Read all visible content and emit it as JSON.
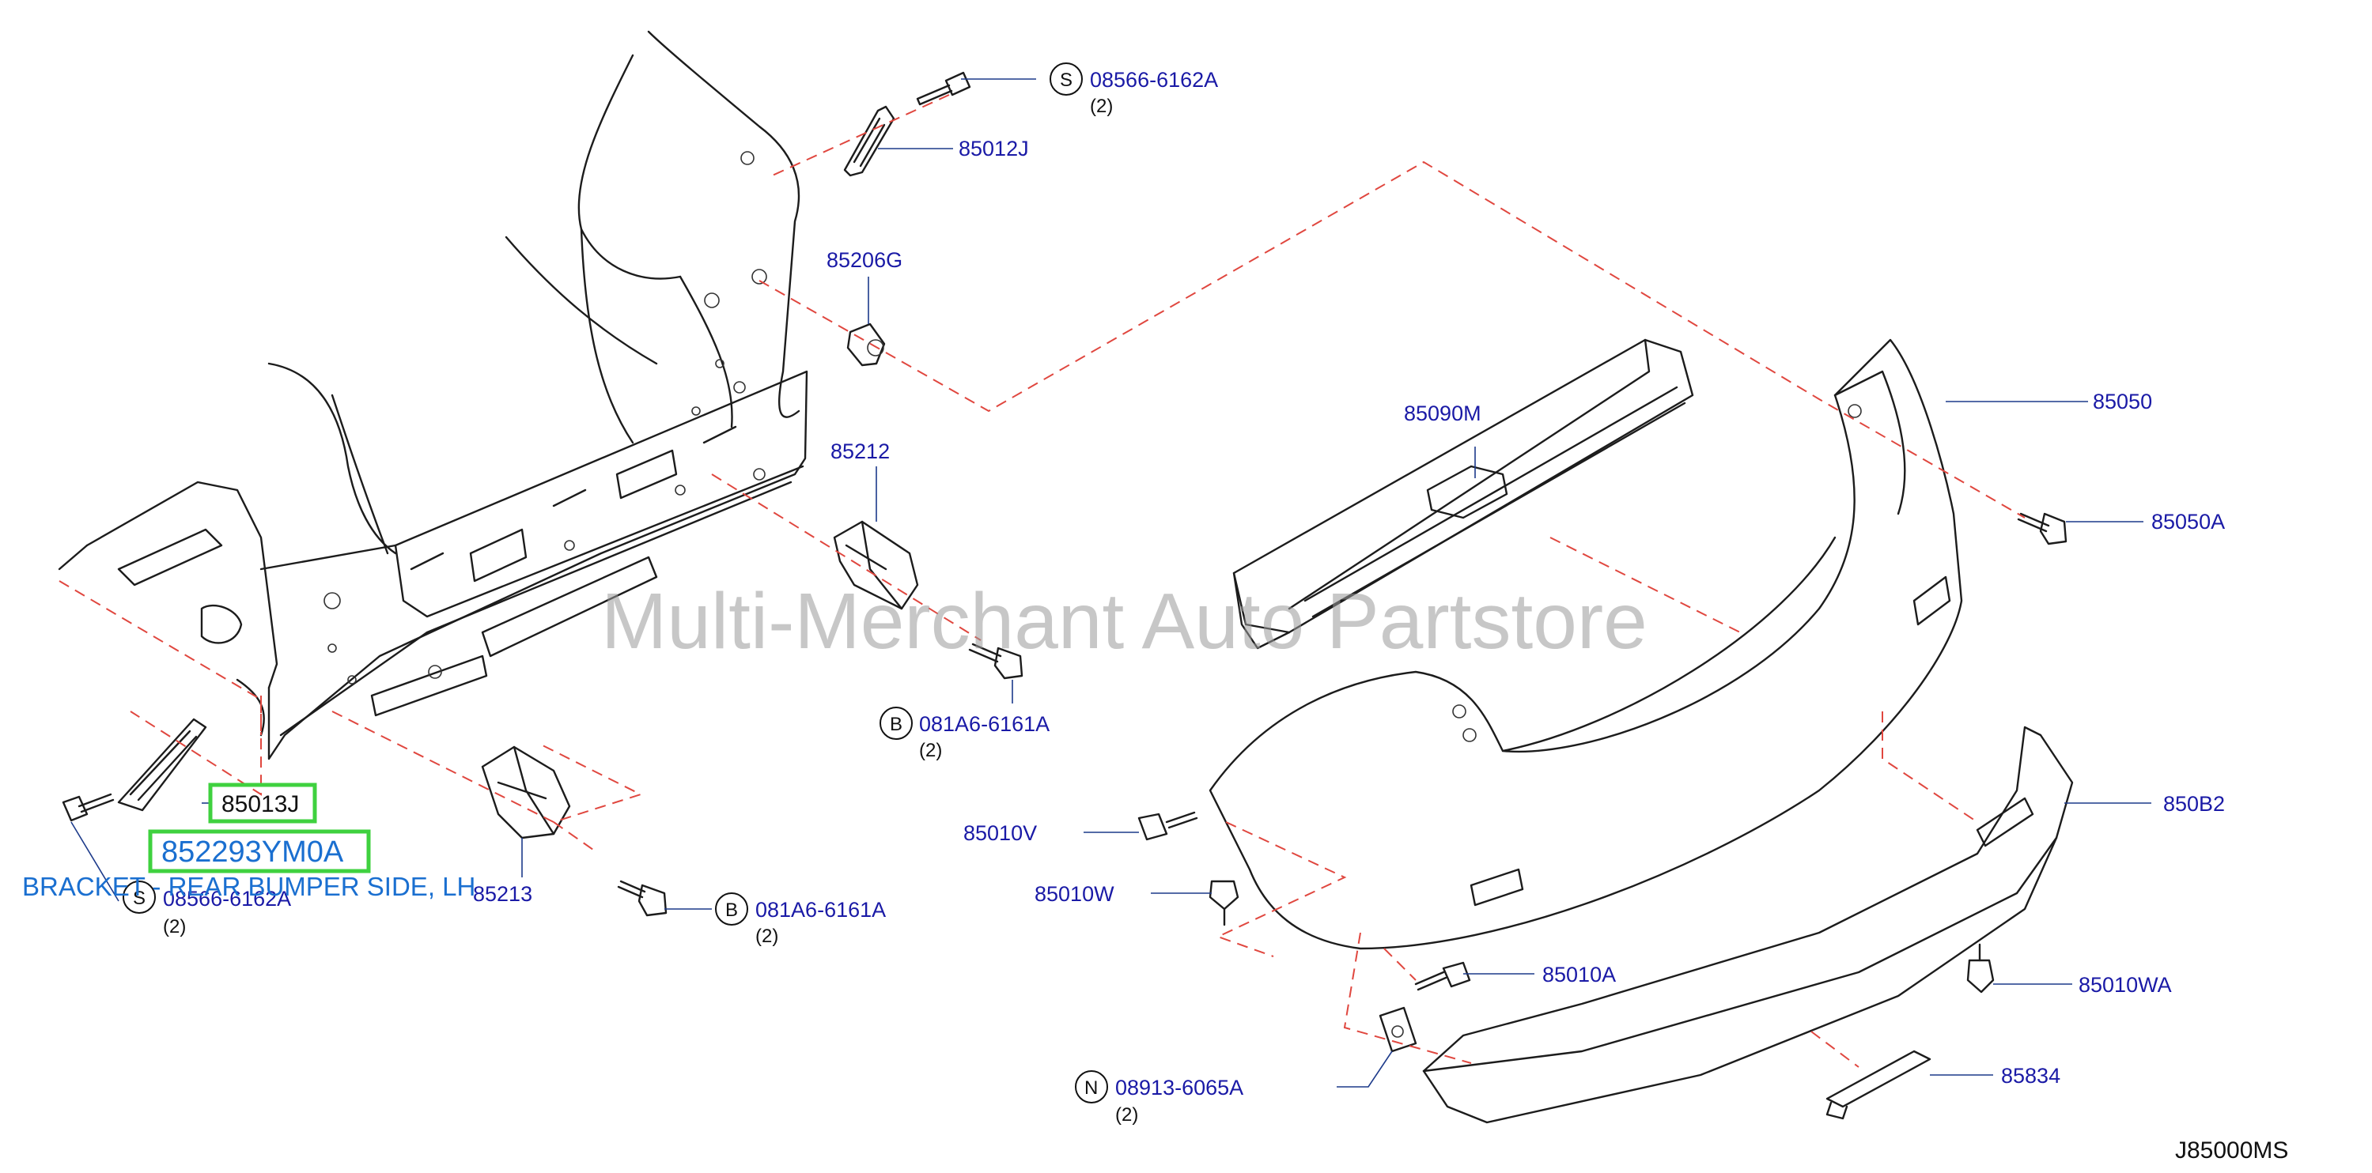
{
  "diagram": {
    "code": "J85000MS",
    "watermark": "Multi-Merchant Auto Partstore",
    "highlight": {
      "part_number": "852293YM0A",
      "description": "BRACKET - REAR BUMPER SIDE, LH"
    },
    "callouts": {
      "c_08566_top": {
        "prefix": "S",
        "number": "08566-6162A",
        "qty": "(2)"
      },
      "c_85012J": {
        "number": "85012J"
      },
      "c_85206G": {
        "number": "85206G"
      },
      "c_85212": {
        "number": "85212"
      },
      "c_081A6_mid": {
        "prefix": "B",
        "number": "081A6-6161A",
        "qty": "(2)"
      },
      "c_85013J": {
        "number": "85013J"
      },
      "c_08566_left": {
        "prefix": "S",
        "number": "08566-6162A",
        "qty": "(2)"
      },
      "c_85213": {
        "number": "85213"
      },
      "c_081A6_low": {
        "prefix": "B",
        "number": "081A6-6161A",
        "qty": "(2)"
      },
      "c_85090M": {
        "number": "85090M"
      },
      "c_85050": {
        "number": "85050"
      },
      "c_85050A": {
        "number": "85050A"
      },
      "c_850B2": {
        "number": "850B2"
      },
      "c_85010V": {
        "number": "85010V"
      },
      "c_85010W": {
        "number": "85010W"
      },
      "c_85010A": {
        "number": "85010A"
      },
      "c_85010WA": {
        "number": "85010WA"
      },
      "c_08913": {
        "prefix": "N",
        "number": "08913-6065A",
        "qty": "(2)"
      },
      "c_85834": {
        "number": "85834"
      }
    }
  }
}
